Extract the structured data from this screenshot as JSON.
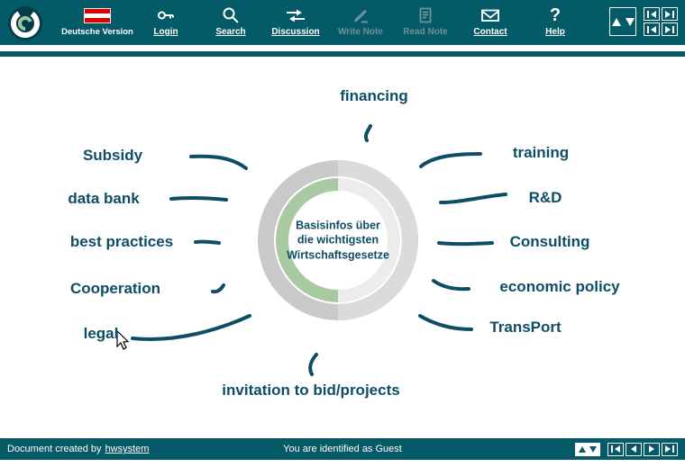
{
  "topbar": {
    "language_label": "Deutsche Version",
    "items": [
      {
        "label": "Login",
        "enabled": true
      },
      {
        "label": "Search",
        "enabled": true
      },
      {
        "label": "Discussion",
        "enabled": true
      },
      {
        "label": "Write Note",
        "enabled": false
      },
      {
        "label": "Read Note",
        "enabled": false
      },
      {
        "label": "Contact",
        "enabled": true
      },
      {
        "label": "Help",
        "enabled": true
      }
    ]
  },
  "diagram": {
    "center": [
      "Basisinfos über",
      "die wichtigsten",
      "Wirtschaftsgesetze"
    ],
    "top": "financing",
    "bottom": "invitation to bid/projects",
    "left": [
      "Subsidy",
      "data bank",
      "best practices",
      "Cooperation",
      "legal"
    ],
    "right": [
      "training",
      "R&D",
      "Consulting",
      "economic policy",
      "TransPort"
    ]
  },
  "footer": {
    "created_prefix": "Document created by",
    "created_link": "hwsystem",
    "status": "You are identified as Guest"
  },
  "colors": {
    "teal": "#045A66",
    "text_teal": "#0D4E66",
    "green_arc": "#A9C9A2",
    "gray_ring": "#C9C9C9",
    "disabled": "#6E929B"
  }
}
